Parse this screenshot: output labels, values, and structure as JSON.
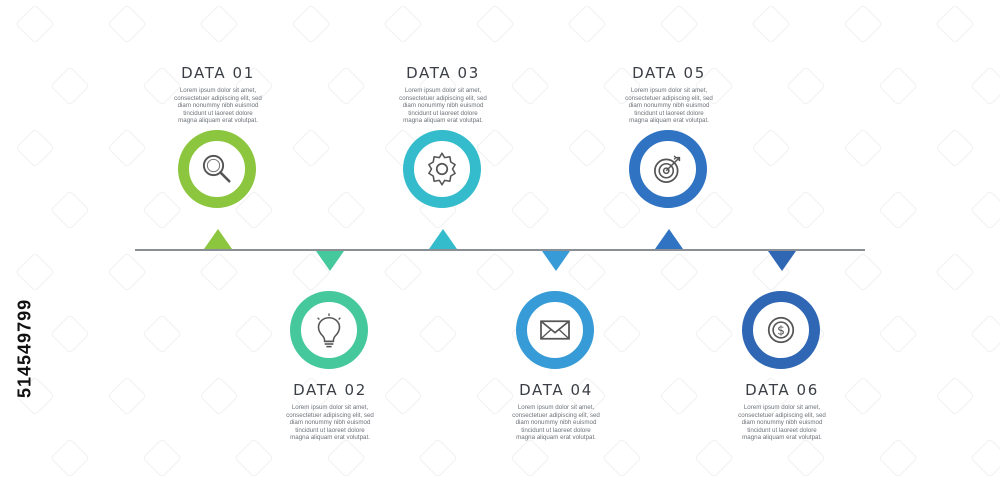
{
  "diagram": {
    "side_label": "514549799",
    "steps": [
      {
        "id": "01",
        "title": "DATA 01",
        "desc_lines": [
          "Lorem ipsum dolor sit amet,",
          "consectetuer adipiscing elit, sed",
          "diam nonummy nibh euismod",
          "tincidunt ut laoreet dolore",
          "magna aliquam erat volutpat."
        ],
        "icon": "search-icon",
        "color": "#8cc63e",
        "placement": "top"
      },
      {
        "id": "02",
        "title": "DATA 02",
        "desc_lines": [
          "Lorem ipsum dolor sit amet,",
          "consectetuer adipiscing elit, sed",
          "diam nonummy nibh euismod",
          "tincidunt ut laoreet dolore",
          "magna aliquam erat volutpat."
        ],
        "icon": "lightbulb-icon",
        "color": "#46c89d",
        "placement": "bottom"
      },
      {
        "id": "03",
        "title": "DATA 03",
        "desc_lines": [
          "Lorem ipsum dolor sit amet,",
          "consectetuer adipiscing elit, sed",
          "diam nonummy nibh euismod",
          "tincidunt ut laoreet dolore",
          "magna aliquam erat volutpat."
        ],
        "icon": "gear-icon",
        "color": "#34bccc",
        "placement": "top"
      },
      {
        "id": "04",
        "title": "DATA 04",
        "desc_lines": [
          "Lorem ipsum dolor sit amet,",
          "consectetuer adipiscing elit, sed",
          "diam nonummy nibh euismod",
          "tincidunt ut laoreet dolore",
          "magna aliquam erat volutpat."
        ],
        "icon": "envelope-icon",
        "color": "#369bd6",
        "placement": "bottom"
      },
      {
        "id": "05",
        "title": "DATA 05",
        "desc_lines": [
          "Lorem ipsum dolor sit amet,",
          "consectetuer adipiscing elit, sed",
          "diam nonummy nibh euismod",
          "tincidunt ut laoreet dolore",
          "magna aliquam erat volutpat."
        ],
        "icon": "target-icon",
        "color": "#2f73c2",
        "placement": "top"
      },
      {
        "id": "06",
        "title": "DATA 06",
        "desc_lines": [
          "Lorem ipsum dolor sit amet,",
          "consectetuer adipiscing elit, sed",
          "diam nonummy nibh euismod",
          "tincidunt ut laoreet dolore",
          "magna aliquam erat volutpat."
        ],
        "icon": "dollar-coin-icon",
        "color": "#2f67b4",
        "placement": "bottom"
      }
    ]
  }
}
